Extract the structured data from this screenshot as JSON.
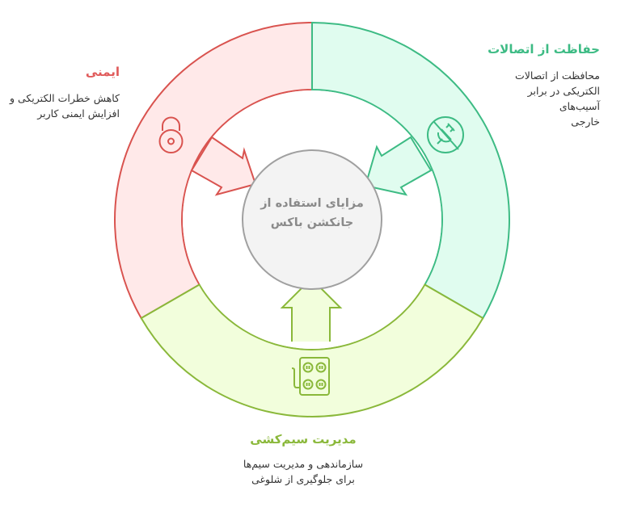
{
  "center": {
    "line1": "مزایای استفاده از",
    "line2": "جانکشن باکس"
  },
  "segments": [
    {
      "id": "safety",
      "title": "ایمنی",
      "desc_line1": "کاهش خطرات الکتریکی و",
      "desc_line2": "افزایش ایمنی کاربر",
      "icon": "padlock-icon",
      "stroke": "#d9534f",
      "fill": "#ffe9e9",
      "title_color": "#e05a5a"
    },
    {
      "id": "connection-protection",
      "title": "حفاظت از اتصالات",
      "desc_line1": "محافظت از اتصالات",
      "desc_line2": "الکتریکی در برابر آسیب‌های",
      "desc_line3": "خارجی",
      "icon": "no-plug-icon",
      "stroke": "#3dbb84",
      "fill": "#e0fcef",
      "title_color": "#3dbb84"
    },
    {
      "id": "cable-management",
      "title": "مدیریت سیم‌کشی",
      "desc_line1": "سازماندهی و مدیریت سیم‌ها",
      "desc_line2": "برای جلوگیری از شلوغی",
      "icon": "power-strip-icon",
      "stroke": "#8ab83a",
      "fill": "#f2fedc",
      "title_color": "#8ab83a"
    }
  ],
  "center_style": {
    "fill": "#f3f3f3",
    "stroke": "#a0a0a0"
  }
}
